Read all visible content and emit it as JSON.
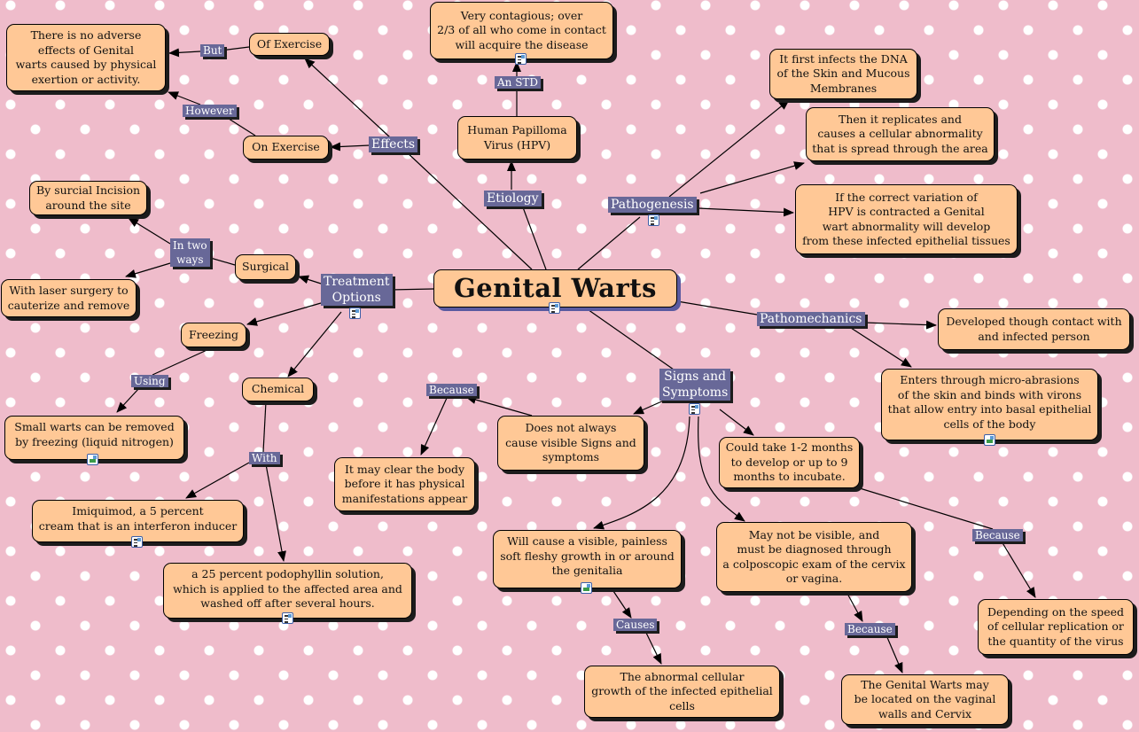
{
  "colors": {
    "concept_fill": "#ffc896",
    "link_label_bg": "#686898",
    "background": "#efbccb"
  },
  "concepts": {
    "main": "Genital Warts",
    "no_adverse": "There is no adverse\neffects of Genital\nwarts caused by physical\nexertion or activity.",
    "of_exercise": "Of Exercise",
    "on_exercise": "On Exercise",
    "contagious": "Very contagious; over\n2/3 of all who come in contact\nwill acquire the disease",
    "hpv": "Human Papilloma\nVirus (HPV)",
    "dna": "It first infects the DNA\nof the Skin and Mucous\nMembranes",
    "replicates": "Then it replicates and\ncauses a cellular abnormality\nthat is spread through the area",
    "variation": "If the correct variation of\nHPV is contracted a Genital\nwart abnormality will develop\nfrom these infected epithelial tissues",
    "incision": "By surcial Incision\naround the site",
    "laser": "With laser surgery to\ncauterize and remove",
    "surgical": "Surgical",
    "freezing": "Freezing",
    "chemical": "Chemical",
    "small_warts": "Small warts can be removed\nby freezing (liquid nitrogen)",
    "imiquimod": "Imiquimod, a 5 percent\ncream that is an interferon inducer",
    "podophyllin": "a 25 percent podophyllin solution,\nwhich is applied to the affected area and\nwashed off after several hours.",
    "may_clear": "It may clear the body\nbefore it has physical\nmanifestations appear",
    "does_not": "Does not always\ncause visible Signs and\nsymptoms",
    "developed": "Developed though contact with\nand infected person",
    "enters": "Enters through micro-abrasions\nof the skin and binds with virons\nthat allow entry into basal epithelial\ncells of the body",
    "could_take": "Could take 1-2 months\nto develop or up to 9\nmonths to incubate.",
    "will_cause": "Will cause a visible, painless\nsoft fleshy growth in or around\nthe genitalia",
    "may_not": "May not be visible, and\nmust be diagnosed through\na colposcopic exam of the cervix\nor vagina.",
    "depending": "Depending on the speed\nof cellular replication or\nthe quantity of the virus",
    "abnormal": "The abnormal cellular\ngrowth of the infected epithelial\ncells",
    "located": "The Genital Warts may\nbe located on the vaginal\nwalls and Cervix"
  },
  "links": {
    "but": "But",
    "however": "However",
    "effects": "Effects",
    "an_std": "An STD",
    "etiology": "Etiology",
    "pathogenesis": "Pathogenesis",
    "in_two_ways": "In two\nways",
    "treatment": "Treatment\nOptions",
    "using": "Using",
    "with": "With",
    "because_left": "Because",
    "signs": "Signs and\nSymptoms",
    "pathomechanics": "Pathomechanics",
    "because_right": "Because",
    "causes": "Causes",
    "because_bottom": "Because"
  },
  "icons": {
    "resource": "note-icon",
    "image": "image-icon"
  }
}
